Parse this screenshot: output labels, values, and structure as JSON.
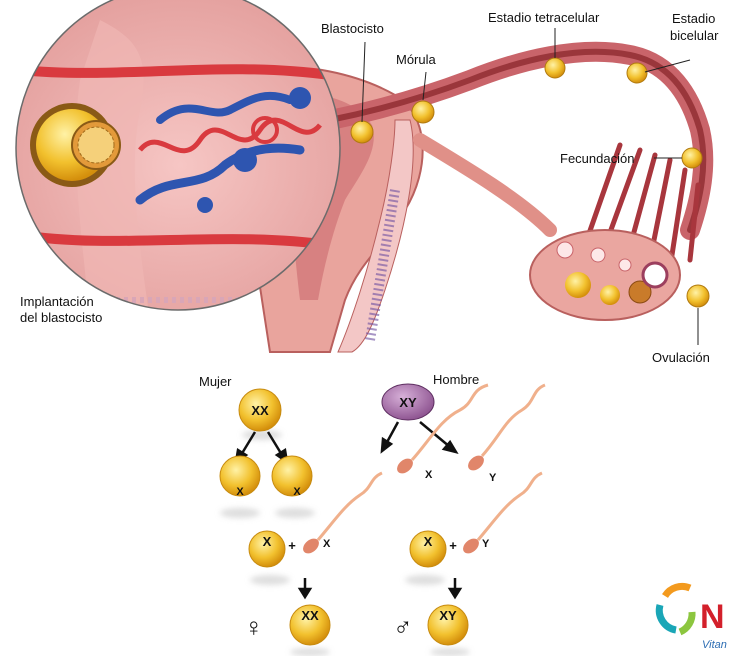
{
  "labels": {
    "blastocisto": "Blastocisto",
    "morula": "Mórula",
    "tetracelular": "Estadio tetracelular",
    "bicelular_line1": "Estadio",
    "bicelular_line2": "bicelular",
    "fecundacion": "Fecundación",
    "implantacion_line1": "Implantación",
    "implantacion_line2": "del blastocisto",
    "ovulacion": "Ovulación"
  },
  "genetics": {
    "mujer": "Mujer",
    "hombre": "Hombre",
    "mother_chrom": "XX",
    "father_chrom": "XY",
    "egg_x": "X",
    "sperm_x": "X",
    "sperm_y": "Y",
    "plus": "+",
    "female_symbol": "♀",
    "male_symbol": "♂",
    "female_child": "XX",
    "male_child": "XY"
  },
  "logo": {
    "initial": "N",
    "tagline": "Vitan"
  },
  "colors": {
    "tissue": "#e8a39a",
    "tissue_dark": "#c8696a",
    "cell": "#f2c12e",
    "cell_dark": "#d99a10",
    "vessel_red": "#d93a3f",
    "vessel_blue": "#2e55b0",
    "father_cell": "#a86aa8",
    "sperm": "#f0b08c"
  },
  "icons": [
    "female-symbol-icon",
    "male-symbol-icon",
    "arrow-icon",
    "logo-icon"
  ]
}
